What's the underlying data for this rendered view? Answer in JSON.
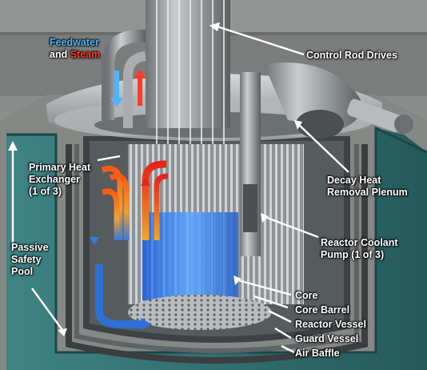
{
  "labels": {
    "feedwater": "Feedwater",
    "and": "and",
    "steam": "Steam",
    "control_rod_drives": "Control Rod Drives",
    "primary_heat_exchanger": [
      "Primary Heat",
      "Exchanger",
      "(1 of 3)"
    ],
    "decay_heat_removal_plenum": [
      "Decay Heat",
      "Removal Plenum"
    ],
    "passive_safety_pool": [
      "Passive",
      "Safety",
      "Pool"
    ],
    "reactor_coolant_pump": [
      "Reactor Coolant",
      "Pump (1 of 3)"
    ],
    "core": "Core",
    "core_barrel": "Core Barrel",
    "reactor_vessel": "Reactor Vessel",
    "guard_vessel": "Guard Vessel",
    "air_baffle": "Air Baffle"
  },
  "colors": {
    "feedwater": "#4fb4ff",
    "steam": "#ff3a2a",
    "cold_flow": "#2f6fd6",
    "hot_flow": "#ff6a1a",
    "pool_water": "#2e6b6c",
    "label_text": "#ffffff"
  }
}
